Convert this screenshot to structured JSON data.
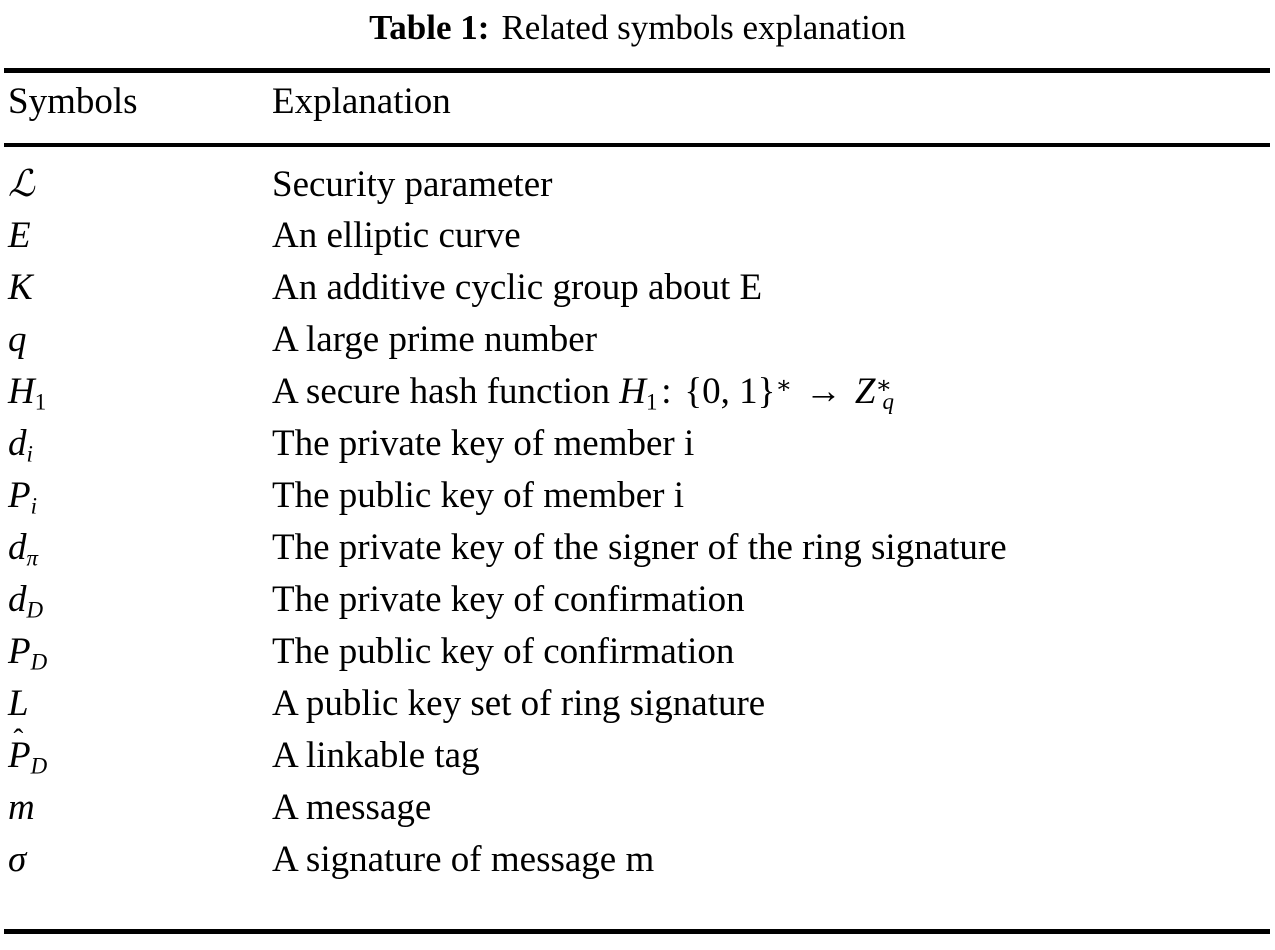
{
  "caption": {
    "label": "Table 1:",
    "text": "Related symbols explanation"
  },
  "table": {
    "columns": [
      "Symbols",
      "Explanation"
    ],
    "rows": [
      {
        "symbol": "ℒ",
        "symbol_plain": "L (script)",
        "explanation": "Security parameter"
      },
      {
        "symbol": "E",
        "symbol_plain": "E",
        "explanation": "An elliptic curve"
      },
      {
        "symbol": "K",
        "symbol_plain": "K",
        "explanation": "An additive cyclic group about E"
      },
      {
        "symbol": "q",
        "symbol_plain": "q",
        "explanation": "A large prime number"
      },
      {
        "symbol": "H1",
        "symbol_plain": "H_1",
        "explanation": "A secure hash function H_1 : {0, 1}* -> Z*_q"
      },
      {
        "symbol": "di",
        "symbol_plain": "d_i",
        "explanation": "The private key of member i"
      },
      {
        "symbol": "Pi",
        "symbol_plain": "P_i",
        "explanation": "The public key of member i"
      },
      {
        "symbol": "dπ",
        "symbol_plain": "d_pi",
        "explanation": "The private key of the signer of the ring signature"
      },
      {
        "symbol": "dD",
        "symbol_plain": "d_D",
        "explanation": "The private key of confirmation"
      },
      {
        "symbol": "PD",
        "symbol_plain": "P_D",
        "explanation": "The public key of confirmation"
      },
      {
        "symbol": "L",
        "symbol_plain": "L",
        "explanation": "A public key set of ring signature"
      },
      {
        "symbol": "P̂D",
        "symbol_plain": "P-hat_D",
        "explanation": "A linkable tag"
      },
      {
        "symbol": "m",
        "symbol_plain": "m",
        "explanation": "A message"
      },
      {
        "symbol": "σ",
        "symbol_plain": "sigma",
        "explanation": "A signature of message m"
      }
    ],
    "math": {
      "h1_prefix": "A secure hash function ",
      "h1_letter": "H",
      "h1_sub": "1",
      "h1_colon": ":",
      "h1_set_open": "{0, 1}",
      "h1_set_star": "∗",
      "h1_arrow": "→",
      "h1_z": "Z",
      "h1_z_star": "∗",
      "h1_z_sub": "q"
    }
  },
  "colors": {
    "background": "#ffffff",
    "text": "#000000",
    "rule": "#000000"
  }
}
